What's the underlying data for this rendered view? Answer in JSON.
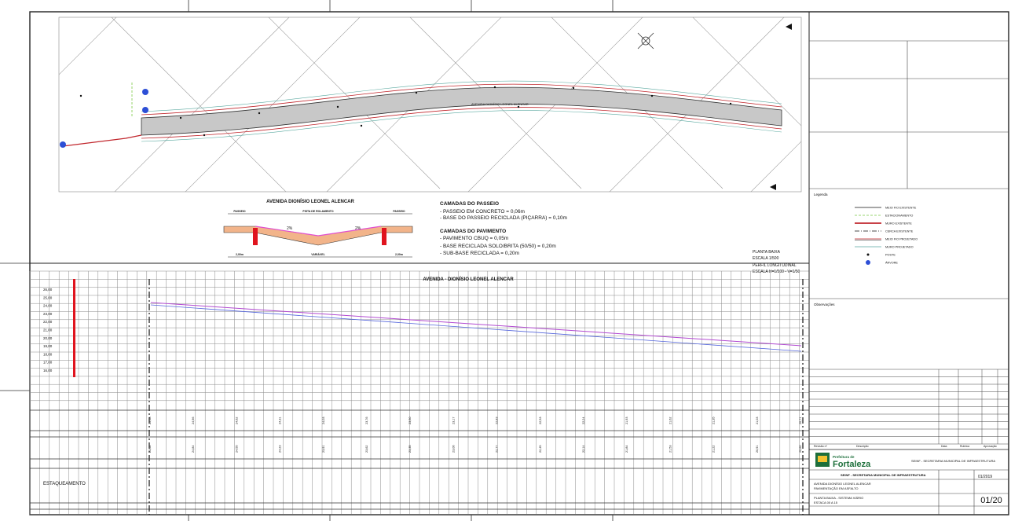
{
  "plan": {
    "street_label": "AVENIDA DIONÍSIO LEONEL ALENCAR"
  },
  "section": {
    "title": "AVENIDA DIONÍSIO LEONEL ALENCAR",
    "passeio_left": "PASSEIO",
    "pista": "PISTA DE ROLAMENTO",
    "passeio_right": "PASSEIO",
    "slope_left": "2%",
    "slope_right": "2%",
    "dim_left": "2,00m",
    "dim_center": "VARIÁVEL",
    "dim_right": "2,00m"
  },
  "layers": {
    "passeio_title": "CAMADAS DO PASSEIO",
    "passeio_items": [
      "- PASSEIO EM CONCRETO = 0,06m",
      "- BASE DO PASSEIO RECICLADA (PIÇARRA) = 0,10m"
    ],
    "pavimento_title": "CAMADAS DO PAVIMENTO",
    "pavimento_items": [
      "- PAVIMENTO CBUQ = 0,05m",
      "- BASE RECICLADA SOLO/BRITA (50/50) = 0,20m",
      "- SUB-BASE RECICLADA = 0,20m"
    ]
  },
  "scale_notes": [
    "PLANTA BAIXA",
    "ESCALA 1/500",
    "PERFIL LONGITUDINAL",
    "ESCALA H=1/500 - V=1/50"
  ],
  "profile": {
    "title": "AVENIDA - DIONÍSIO LEONEL ALENCAR",
    "y_labels": [
      "26,00",
      "25,00",
      "24,00",
      "23,00",
      "22,00",
      "21,00",
      "20,00",
      "19,00",
      "18,00",
      "17,00",
      "16,00"
    ],
    "left_footer": "ESTAQUEAMENTO",
    "row1_values": [
      "25,18",
      "24,96",
      "24,62",
      "24,31",
      "24,03",
      "23,76",
      "23,50",
      "23,17",
      "22,83",
      "22,53",
      "22,24",
      "21,93",
      "21,62",
      "21,35",
      "21,03",
      "20,71"
    ],
    "row2_values": [
      "25,02",
      "24,84",
      "24,55",
      "24,23",
      "23,91",
      "23,62",
      "23,35",
      "23,06",
      "22,77",
      "22,45",
      "22,14",
      "21,84",
      "21,53",
      "21,22",
      "20,91",
      "20,60"
    ]
  },
  "legend": {
    "title": "Legenda",
    "items": [
      {
        "label": "MEIO FIO EXISTENTE",
        "color": "#111111",
        "style": "solid"
      },
      {
        "label": "ESTACIONAMENTO",
        "color": "#7ac943",
        "style": "dash"
      },
      {
        "label": "MURO EXISTENTE",
        "color": "#c1272d",
        "style": "thick"
      },
      {
        "label": "CERCA EXISTENTE",
        "color": "#111111",
        "style": "dashdot"
      },
      {
        "label": "MEIO FIO PROJETADO",
        "color": "#c1272d",
        "style": "double"
      },
      {
        "label": "MURO PROJETADO",
        "color": "#5aa9a0",
        "style": "solid"
      },
      {
        "label": "POSTE",
        "color": "#111111",
        "style": "dot"
      },
      {
        "label": "ÁRVORE",
        "color": "#2d4fd6",
        "style": "tree"
      }
    ]
  },
  "observacoes": "Observações",
  "revision_headers": [
    "Revisão nº",
    "Descrição",
    "Data",
    "Rubrica",
    "Aprovação"
  ],
  "titleblock": {
    "logo_top": "Prefeitura de",
    "logo_main": "Fortaleza",
    "org_right": "SEINF - SECRETARIA MUNICIPAL DE INFRAESTRUTURA",
    "org_line": "SEINF - SECRETARIA MUNICIPAL DE INFRAESTRUTURA",
    "project_lines": [
      "AVENIDA DIONÍSIO LEONEL ALENCAR",
      "PAVIMENTAÇÃO EM ASFALTO"
    ],
    "drawing_lines": [
      "PLANTA BAIXA - SISTEMA VIÁRIO",
      "ESTACA 00 A 15"
    ],
    "sheet": "01/20",
    "date": "01/2019"
  },
  "colors": {
    "road": "#c8c8c8",
    "profile_line": "#b24ad1",
    "terrain_line": "#5566dd",
    "wall": "#e0141e",
    "tree": "#2d4fd6"
  }
}
